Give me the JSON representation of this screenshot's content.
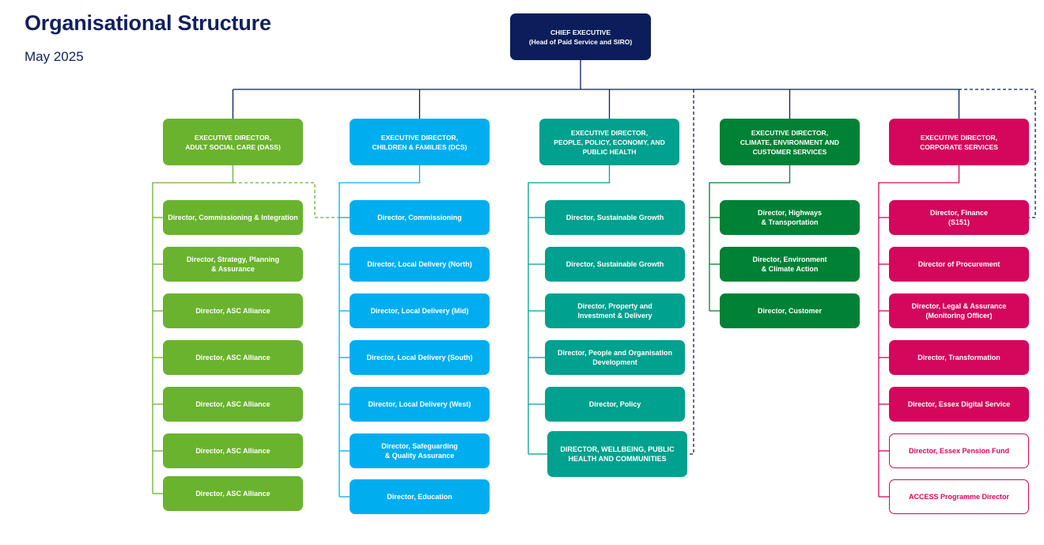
{
  "title": "Organisational Structure",
  "subtitle": "May 2025",
  "chief": {
    "label": "CHIEF EXECUTIVE\n(Head of Paid Service and SIRO)",
    "color": "#0b1e5b"
  },
  "columns": [
    {
      "id": "dass",
      "color": "#6ab32e",
      "exec": "EXECUTIVE DIRECTOR,\nADULT SOCIAL CARE (DASS)",
      "directors": [
        "Director, Commissioning & Integration",
        "Director, Strategy, Planning\n& Assurance",
        "Director, ASC Alliance",
        "Director, ASC Alliance",
        "Director, ASC Alliance",
        "Director, ASC Alliance",
        "Director, ASC Alliance"
      ]
    },
    {
      "id": "dcs",
      "color": "#00aeef",
      "exec": "EXECUTIVE DIRECTOR,\nCHILDREN & FAMILIES (DCS)",
      "directors": [
        "Director, Commissioning",
        "Director, Local Delivery (North)",
        "Director, Local Delivery (Mid)",
        "Director, Local Delivery (South)",
        "Director, Local Delivery (West)",
        "Director, Safeguarding\n& Quality Assurance",
        "Director, Education"
      ]
    },
    {
      "id": "people",
      "color": "#00a18e",
      "exec": "EXECUTIVE DIRECTOR,\nPEOPLE, POLICY, ECONOMY, AND\nPUBLIC HEALTH",
      "directors": [
        "Director, Sustainable Growth",
        "Director, Sustainable Growth",
        "Director, Property and\nInvestment & Delivery",
        "Director, People and Organisation\nDevelopment",
        "Director, Policy",
        "DIRECTOR, WELLBEING, PUBLIC\nHEALTH AND COMMUNITIES"
      ]
    },
    {
      "id": "climate",
      "color": "#008236",
      "exec": "EXECUTIVE DIRECTOR,\nCLIMATE, ENVIRONMENT AND\nCUSTOMER SERVICES",
      "directors": [
        "Director, Highways\n& Transportation",
        "Director, Environment\n& Climate Action",
        "Director, Customer"
      ]
    },
    {
      "id": "corporate",
      "color": "#d4075c",
      "exec": "EXECUTIVE DIRECTOR,\nCORPORATE SERVICES",
      "directors": [
        "Director, Finance\n(S151)",
        "Director of Procurement",
        "Director, Legal & Assurance\n(Monitoring Officer)",
        "Director, Transformation",
        "Director, Essex Digital Service",
        "Director, Essex Pension Fund",
        "ACCESS Programme Director"
      ],
      "outlined_from": 5
    }
  ]
}
